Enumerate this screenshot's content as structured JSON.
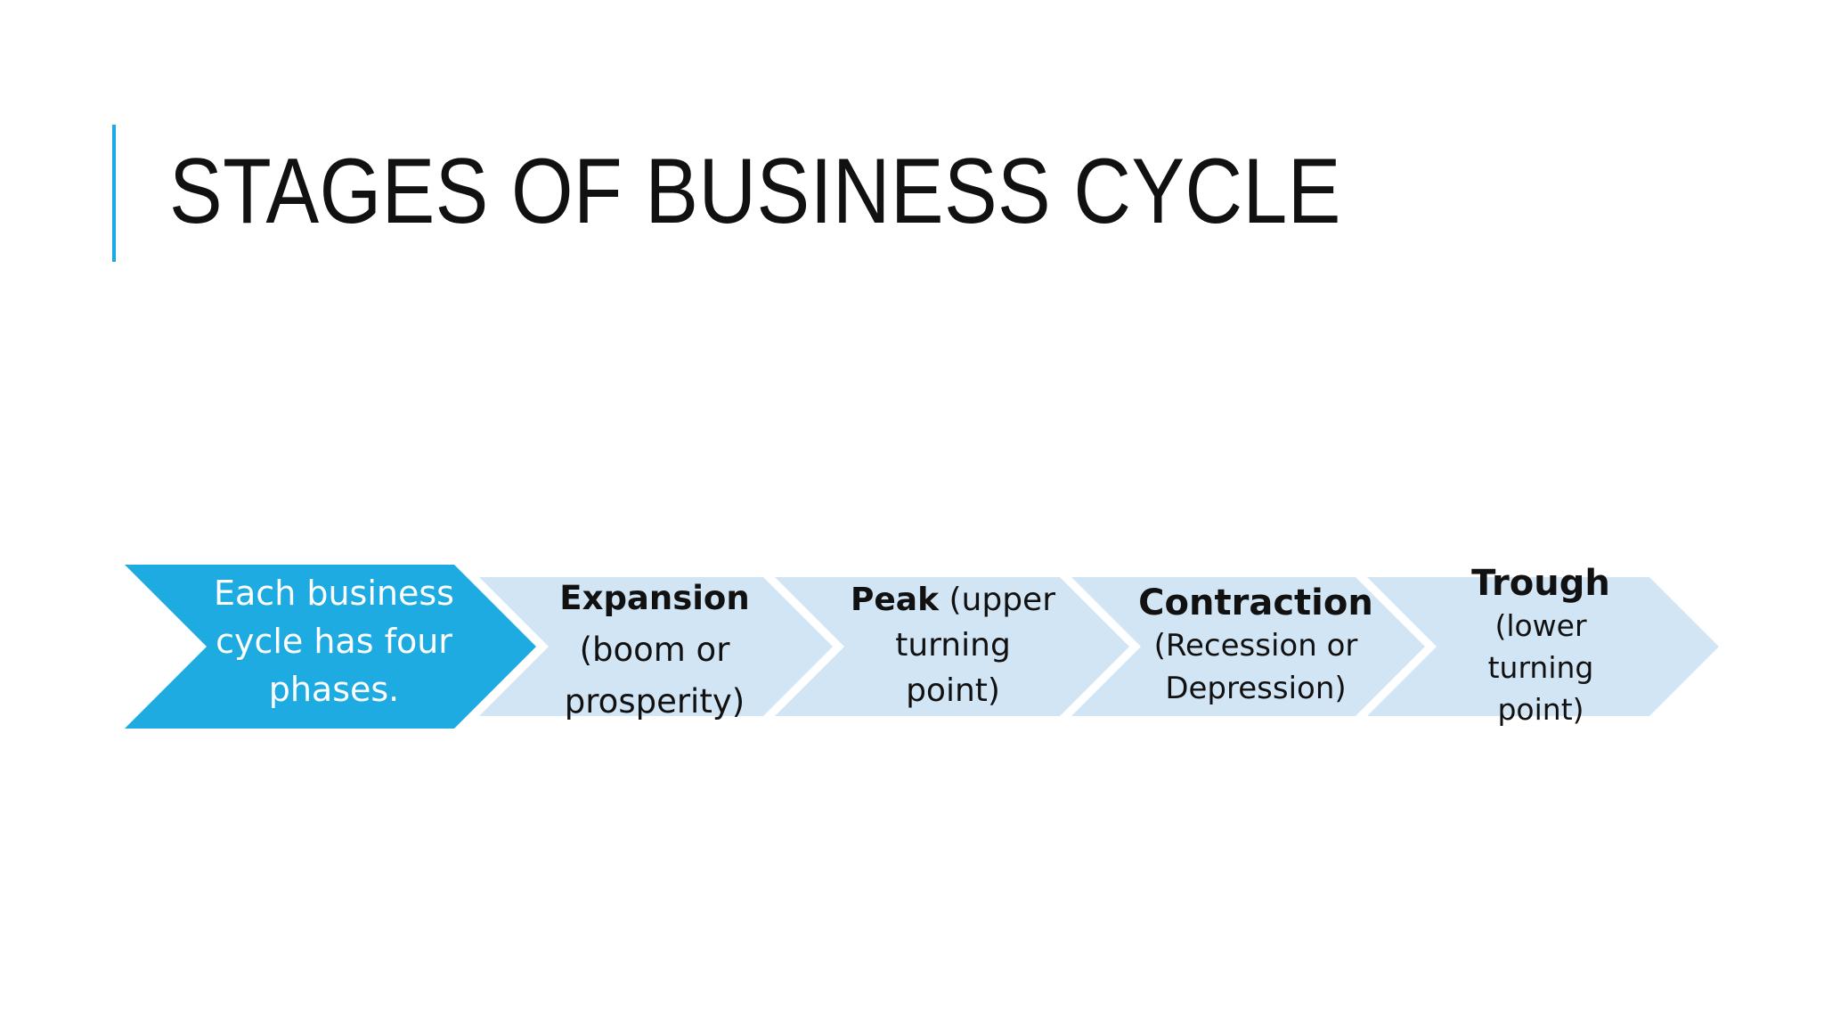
{
  "slide": {
    "title": "STAGES OF BUSINESS CYCLE",
    "accent_color": "#1da9e1",
    "primary_fill": "#1eabe2",
    "secondary_fill": "#d2e5f5"
  },
  "process": {
    "intro": {
      "line1": "Each business",
      "line2": "cycle has four",
      "line3": "phases."
    },
    "stages": [
      {
        "bold": "Expansion",
        "line2": "(boom or",
        "line3": "prosperity)"
      },
      {
        "bold": "Peak",
        "rest1": " (upper",
        "line2": "turning",
        "line3": "point)"
      },
      {
        "bold": "Contraction",
        "line2": "(Recession or",
        "line3": "Depression)"
      },
      {
        "bold": "Trough",
        "line2": "(lower",
        "line3": "turning",
        "line4": "point)"
      }
    ]
  }
}
